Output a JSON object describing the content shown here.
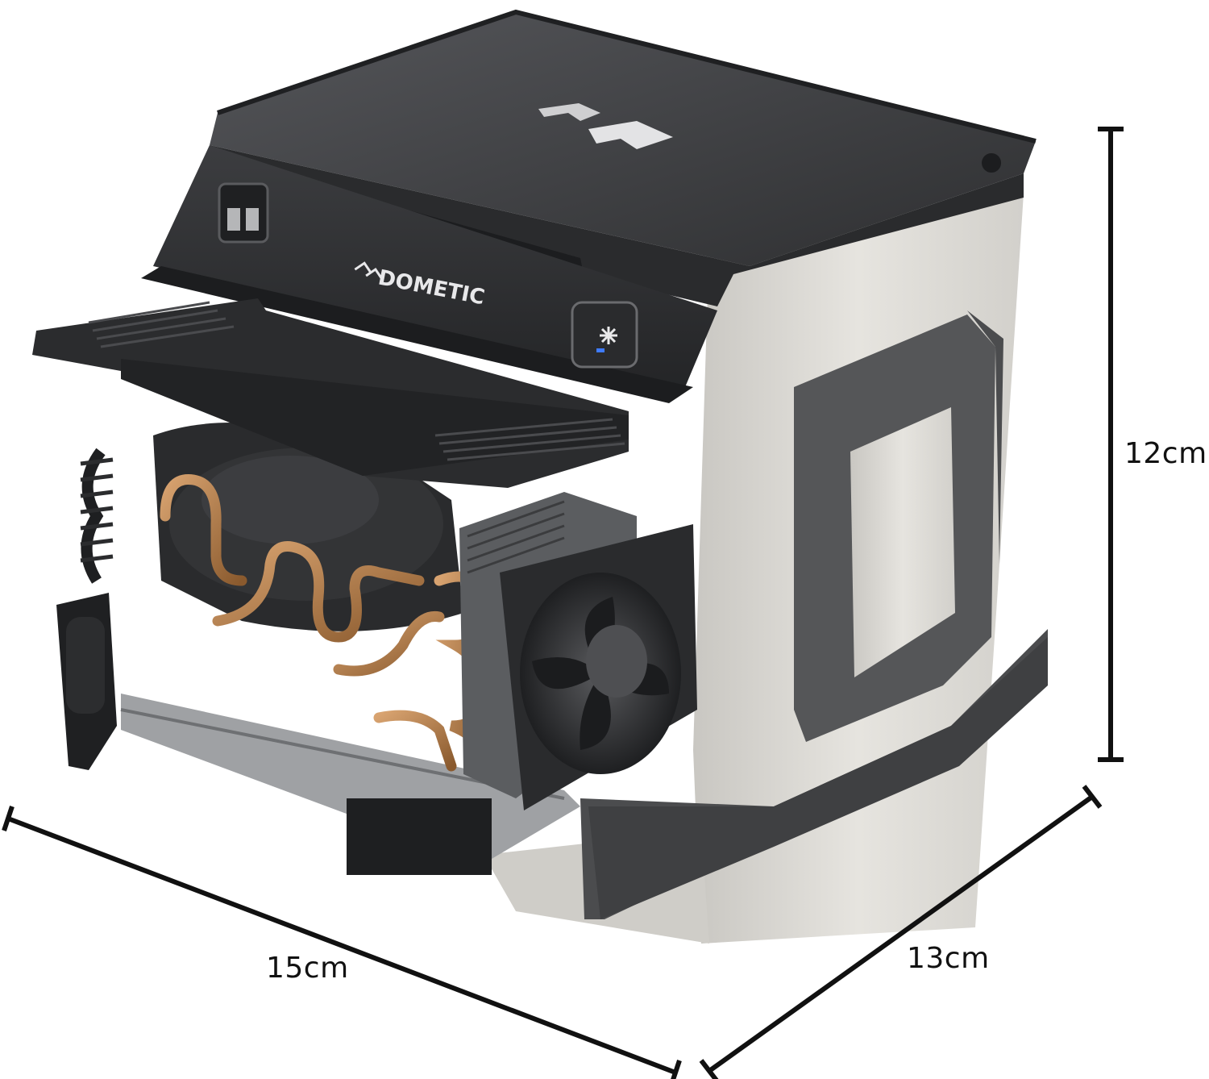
{
  "product": {
    "brand_wordmark": "DOMETIC"
  },
  "dimensions": {
    "height": "12cm",
    "width": "15cm",
    "depth": "13cm"
  },
  "colors": {
    "lid": "#3a3b3d",
    "lid_top": "#4a4b4e",
    "housing": "#d6d4cf",
    "foam": "#4b4c4e",
    "copper": "#b07a48",
    "dimension_line": "#111111",
    "indicator_led": "#3f7bff"
  },
  "icons": [
    "usb-port-icon",
    "snowflake-icon",
    "dometic-logo-icon"
  ]
}
